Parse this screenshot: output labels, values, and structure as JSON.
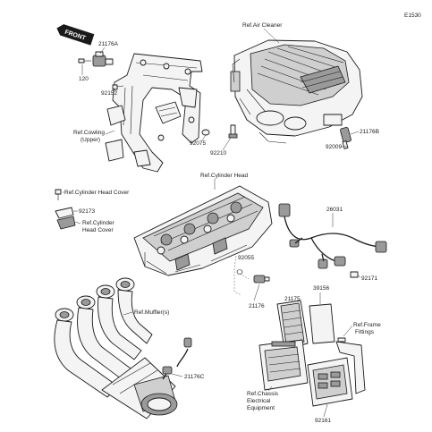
{
  "diagram_code": "E1530",
  "front_label": "FRONT",
  "labels": {
    "ref_air_cleaner": "Ref.Air Cleaner",
    "p21176A": "21176A",
    "p120": "120",
    "p92152": "92152",
    "ref_cowling_1": "Ref.Cowling",
    "ref_cowling_2": "(Upper)",
    "p92075": "92075",
    "p92210": "92210",
    "p21176B": "21176B",
    "p92009": "92009",
    "ref_cylinder_head": "Ref.Cylinder Head",
    "ref_cyl_head_cover": "Ref.Cylinder Head Cover",
    "p92173": "92173",
    "ref_cyl_1": "Ref.Cylinder",
    "ref_cyl_2": "Head Cover",
    "p26031": "26031",
    "p92055": "92055",
    "p92171": "92171",
    "p21176": "21176",
    "p21175": "21175",
    "p39156": "39156",
    "ref_muffler": "Ref.Muffler(s)",
    "ref_frame_1": "Ref.Frame",
    "ref_frame_2": "Fittings",
    "p21176C": "21176C",
    "ref_chassis_1": "Ref.Chassis",
    "ref_chassis_2": "Electrical",
    "ref_chassis_3": "Equipment",
    "p92161": "92161"
  },
  "icons": [
    "front-arrow-icon"
  ]
}
